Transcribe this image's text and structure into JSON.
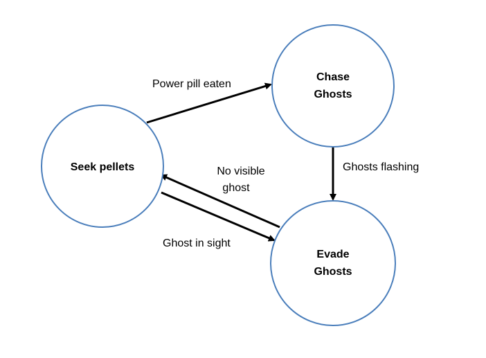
{
  "diagram": {
    "states": {
      "seek": {
        "label": "Seek pellets"
      },
      "chase": {
        "line1": "Chase",
        "line2": "Ghosts"
      },
      "evade": {
        "line1": "Evade",
        "line2": "Ghosts"
      }
    },
    "transitions": {
      "seek_to_chase": {
        "label": "Power pill eaten"
      },
      "chase_to_evade": {
        "label": "Ghosts flashing"
      },
      "evade_to_seek": {
        "line1": "No visible",
        "line2": "ghost"
      },
      "seek_to_evade": {
        "label": "Ghost in sight"
      }
    },
    "colors": {
      "circle_stroke": "#4a7ebb",
      "arrow": "#000000",
      "text": "#000000",
      "background": "#ffffff"
    }
  }
}
